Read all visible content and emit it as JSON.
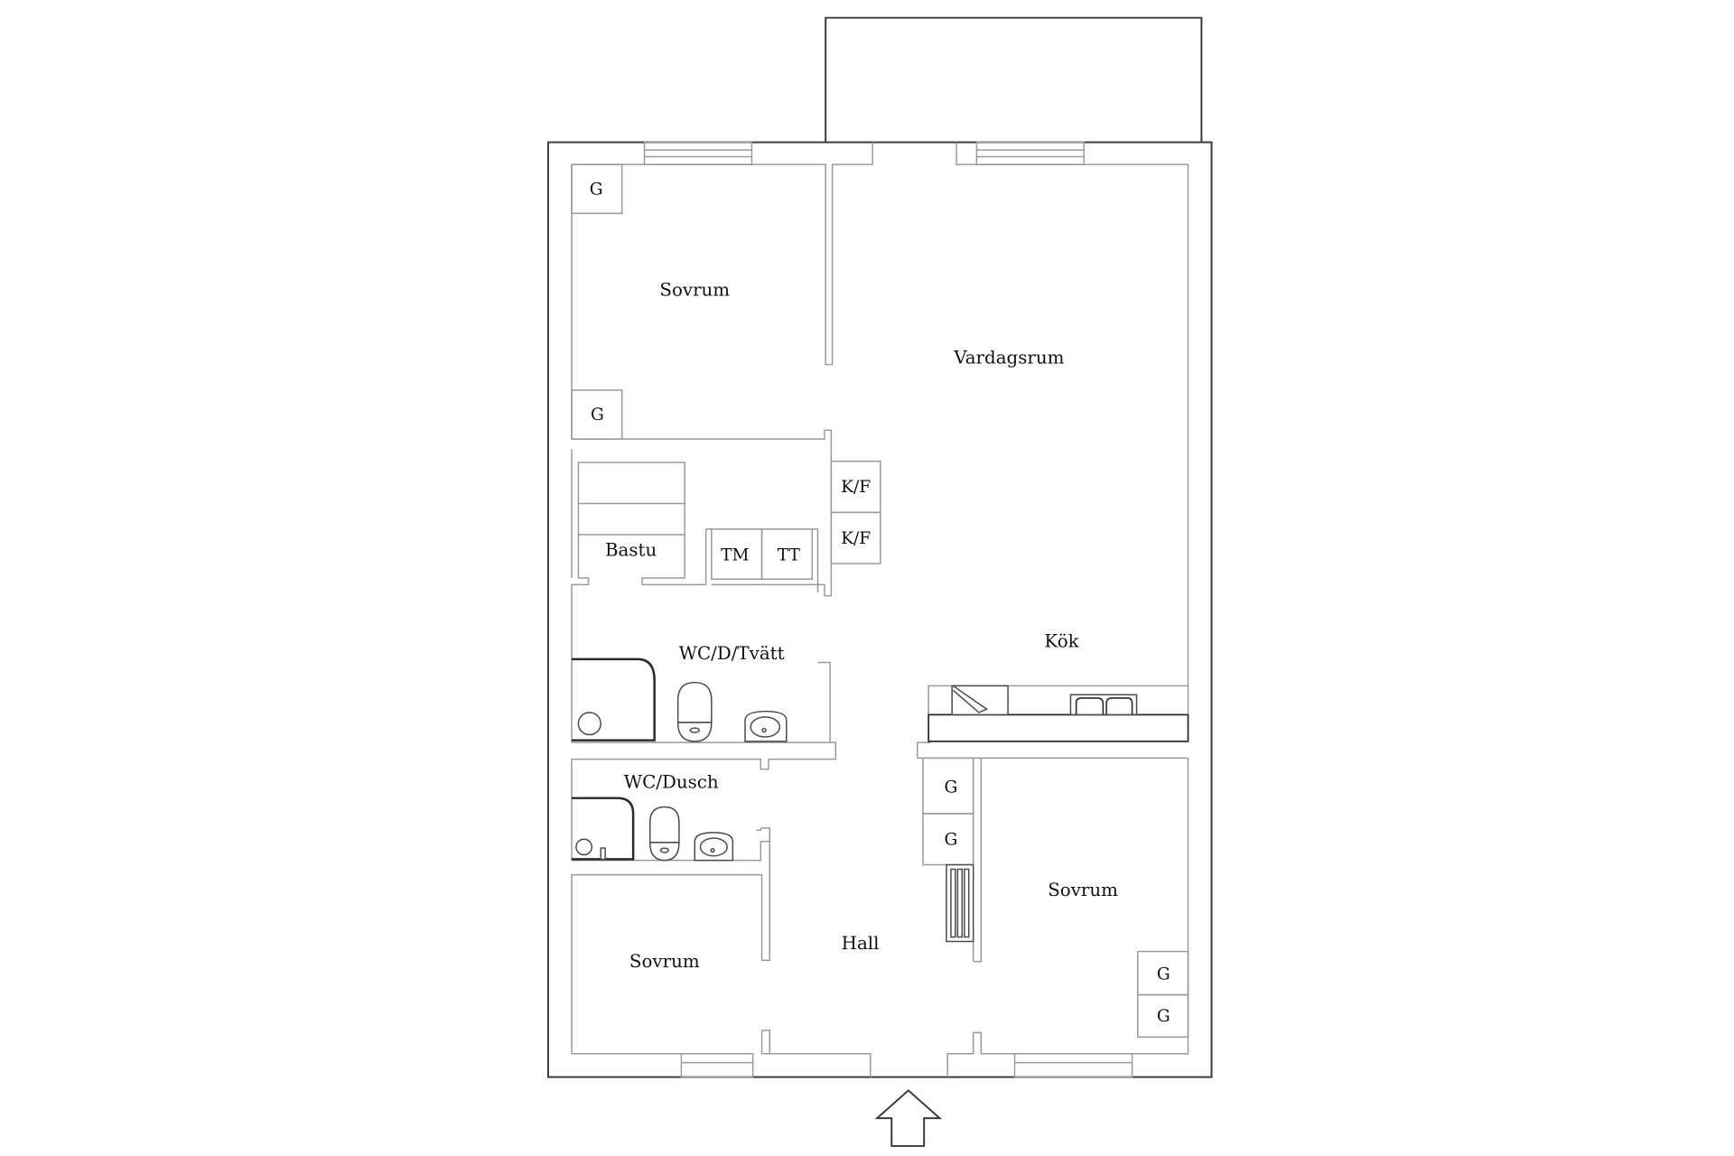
{
  "plan": {
    "rooms": [
      {
        "id": "sovrum-nw",
        "label": "Sovrum"
      },
      {
        "id": "vardagsrum",
        "label": "Vardagsrum"
      },
      {
        "id": "bastu",
        "label": "Bastu"
      },
      {
        "id": "wc-d-tvatt",
        "label": "WC/D/Tvätt"
      },
      {
        "id": "kok",
        "label": "Kök"
      },
      {
        "id": "wc-dusch",
        "label": "WC/Dusch"
      },
      {
        "id": "hall",
        "label": "Hall"
      },
      {
        "id": "sovrum-se",
        "label": "Sovrum"
      },
      {
        "id": "sovrum-sw",
        "label": "Sovrum"
      }
    ],
    "fixtures": {
      "wardrobe": "G",
      "fridge_freezer": "K/F",
      "washer": "TM",
      "dryer": "TT"
    },
    "entrance_icon": "arrow-up-icon",
    "colors": {
      "outer_wall": "#3a3a3a",
      "inner_wall": "#9a9a9a",
      "background": "#ffffff",
      "text": "#111111"
    }
  }
}
